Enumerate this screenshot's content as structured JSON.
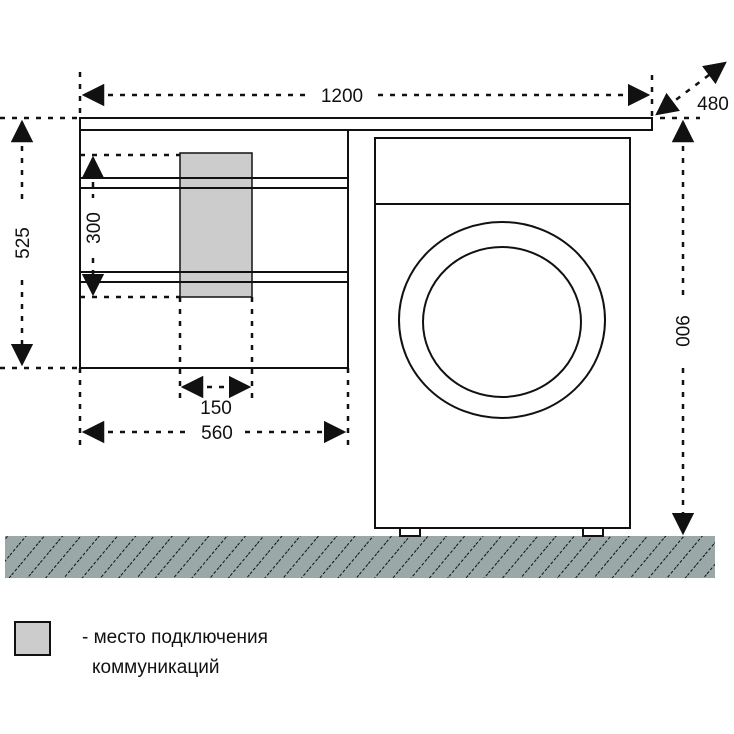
{
  "dimensions": {
    "total_width": "1200",
    "depth": "480",
    "cabinet_height": "525",
    "connection_height": "300",
    "connection_width": "150",
    "cabinet_width": "560",
    "total_height": "900"
  },
  "legend": {
    "line1": "- место подключения",
    "line2": "коммуникаций"
  },
  "colors": {
    "connection_area": "#cccccc",
    "floor": "#9aa8a8",
    "stroke": "#111111"
  }
}
